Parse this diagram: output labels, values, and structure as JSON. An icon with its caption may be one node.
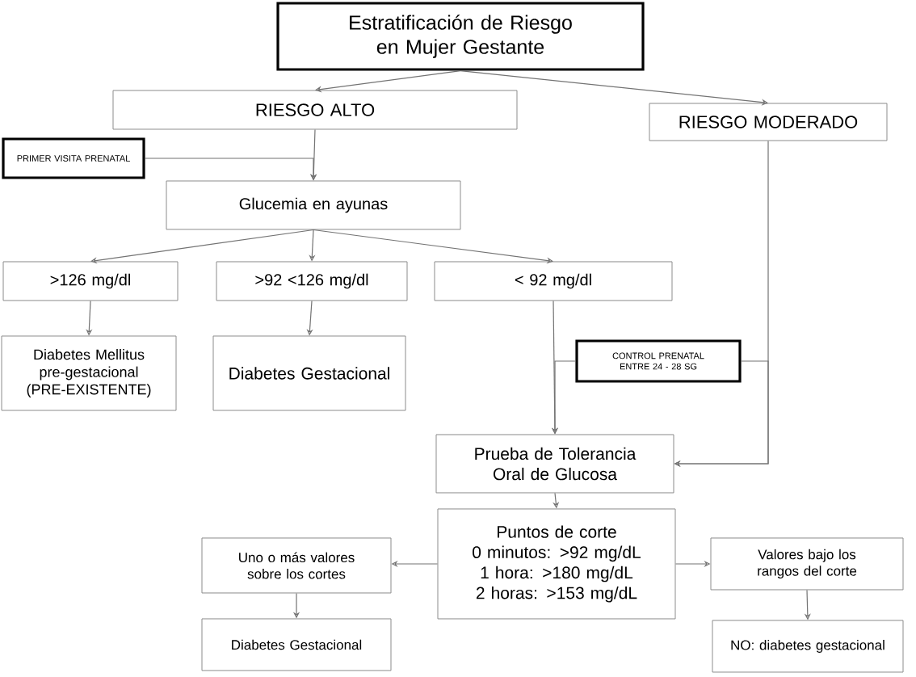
{
  "diagram": {
    "nodes": [
      {
        "text": [
          "Estratificación de Riesgo en Mujer Gestante"
        ]
      },
      {
        "text": [
          "RIESGO ALTO"
        ]
      },
      {
        "text": [
          "RIESGO MODERADO"
        ]
      },
      {
        "text": [
          "PRIMER VISITA PRENATAL"
        ]
      },
      {
        "text": [
          "Glucemia en ayunas"
        ]
      },
      {
        "text": [
          ">126 mg/dl"
        ]
      },
      {
        "text": [
          ">92 <126 mg/dl"
        ]
      },
      {
        "text": [
          "< 92 mg/dl"
        ]
      },
      {
        "text": [
          "Diabetes Mellitus pre-gestacional (PRE-EXISTENTE)"
        ]
      },
      {
        "text": [
          "Diabetes Gestacional"
        ]
      },
      {
        "text": [
          "CONTROL PRENATAL ENTRE 24 - 28 SG"
        ]
      },
      {
        "text": [
          "Prueba de Tolerancia Oral de Glucosa"
        ]
      },
      {
        "text": [
          "Puntos de corte",
          "0 minutos: >92 mg/dL",
          "1 hora: >180 mg/dL",
          "2 horas: >153 mg/dL"
        ]
      },
      {
        "text": [
          "Uno o más valores sobre los cortes"
        ]
      },
      {
        "text": [
          "Valores bajo los rangos del corte"
        ]
      },
      {
        "text": [
          "Diabetes Gestacional"
        ]
      },
      {
        "text": [
          "NO: diabetes gestacional"
        ]
      }
    ],
    "edges": [
      {
        "from": 0,
        "to": 1,
        "arrow": "to"
      },
      {
        "from": 0,
        "to": 2,
        "arrow": "to"
      },
      {
        "from": 1,
        "to": 4,
        "arrow": "to"
      },
      {
        "from": 3,
        "to": 4,
        "arrow": "to"
      },
      {
        "from": 4,
        "to": 5,
        "arrow": "to"
      },
      {
        "from": 4,
        "to": 6,
        "arrow": "to"
      },
      {
        "from": 4,
        "to": 7,
        "arrow": "to"
      },
      {
        "from": 5,
        "to": 8,
        "arrow": "to"
      },
      {
        "from": 6,
        "to": 9,
        "arrow": "to"
      },
      {
        "from": 7,
        "to": 11,
        "arrow": "to"
      },
      {
        "from": 2,
        "to": 11,
        "arrow": "to"
      },
      {
        "from": 10,
        "to": 11,
        "arrow": "to"
      },
      {
        "from": 10,
        "to": 11,
        "arrow": "to"
      },
      {
        "from": 11,
        "to": 12,
        "arrow": "to"
      },
      {
        "from": 12,
        "to": 13,
        "arrow": "to"
      },
      {
        "from": 12,
        "to": 14,
        "arrow": "to"
      },
      {
        "from": 13,
        "to": 15,
        "arrow": "to"
      },
      {
        "from": 14,
        "to": 16,
        "arrow": "to"
      }
    ]
  }
}
